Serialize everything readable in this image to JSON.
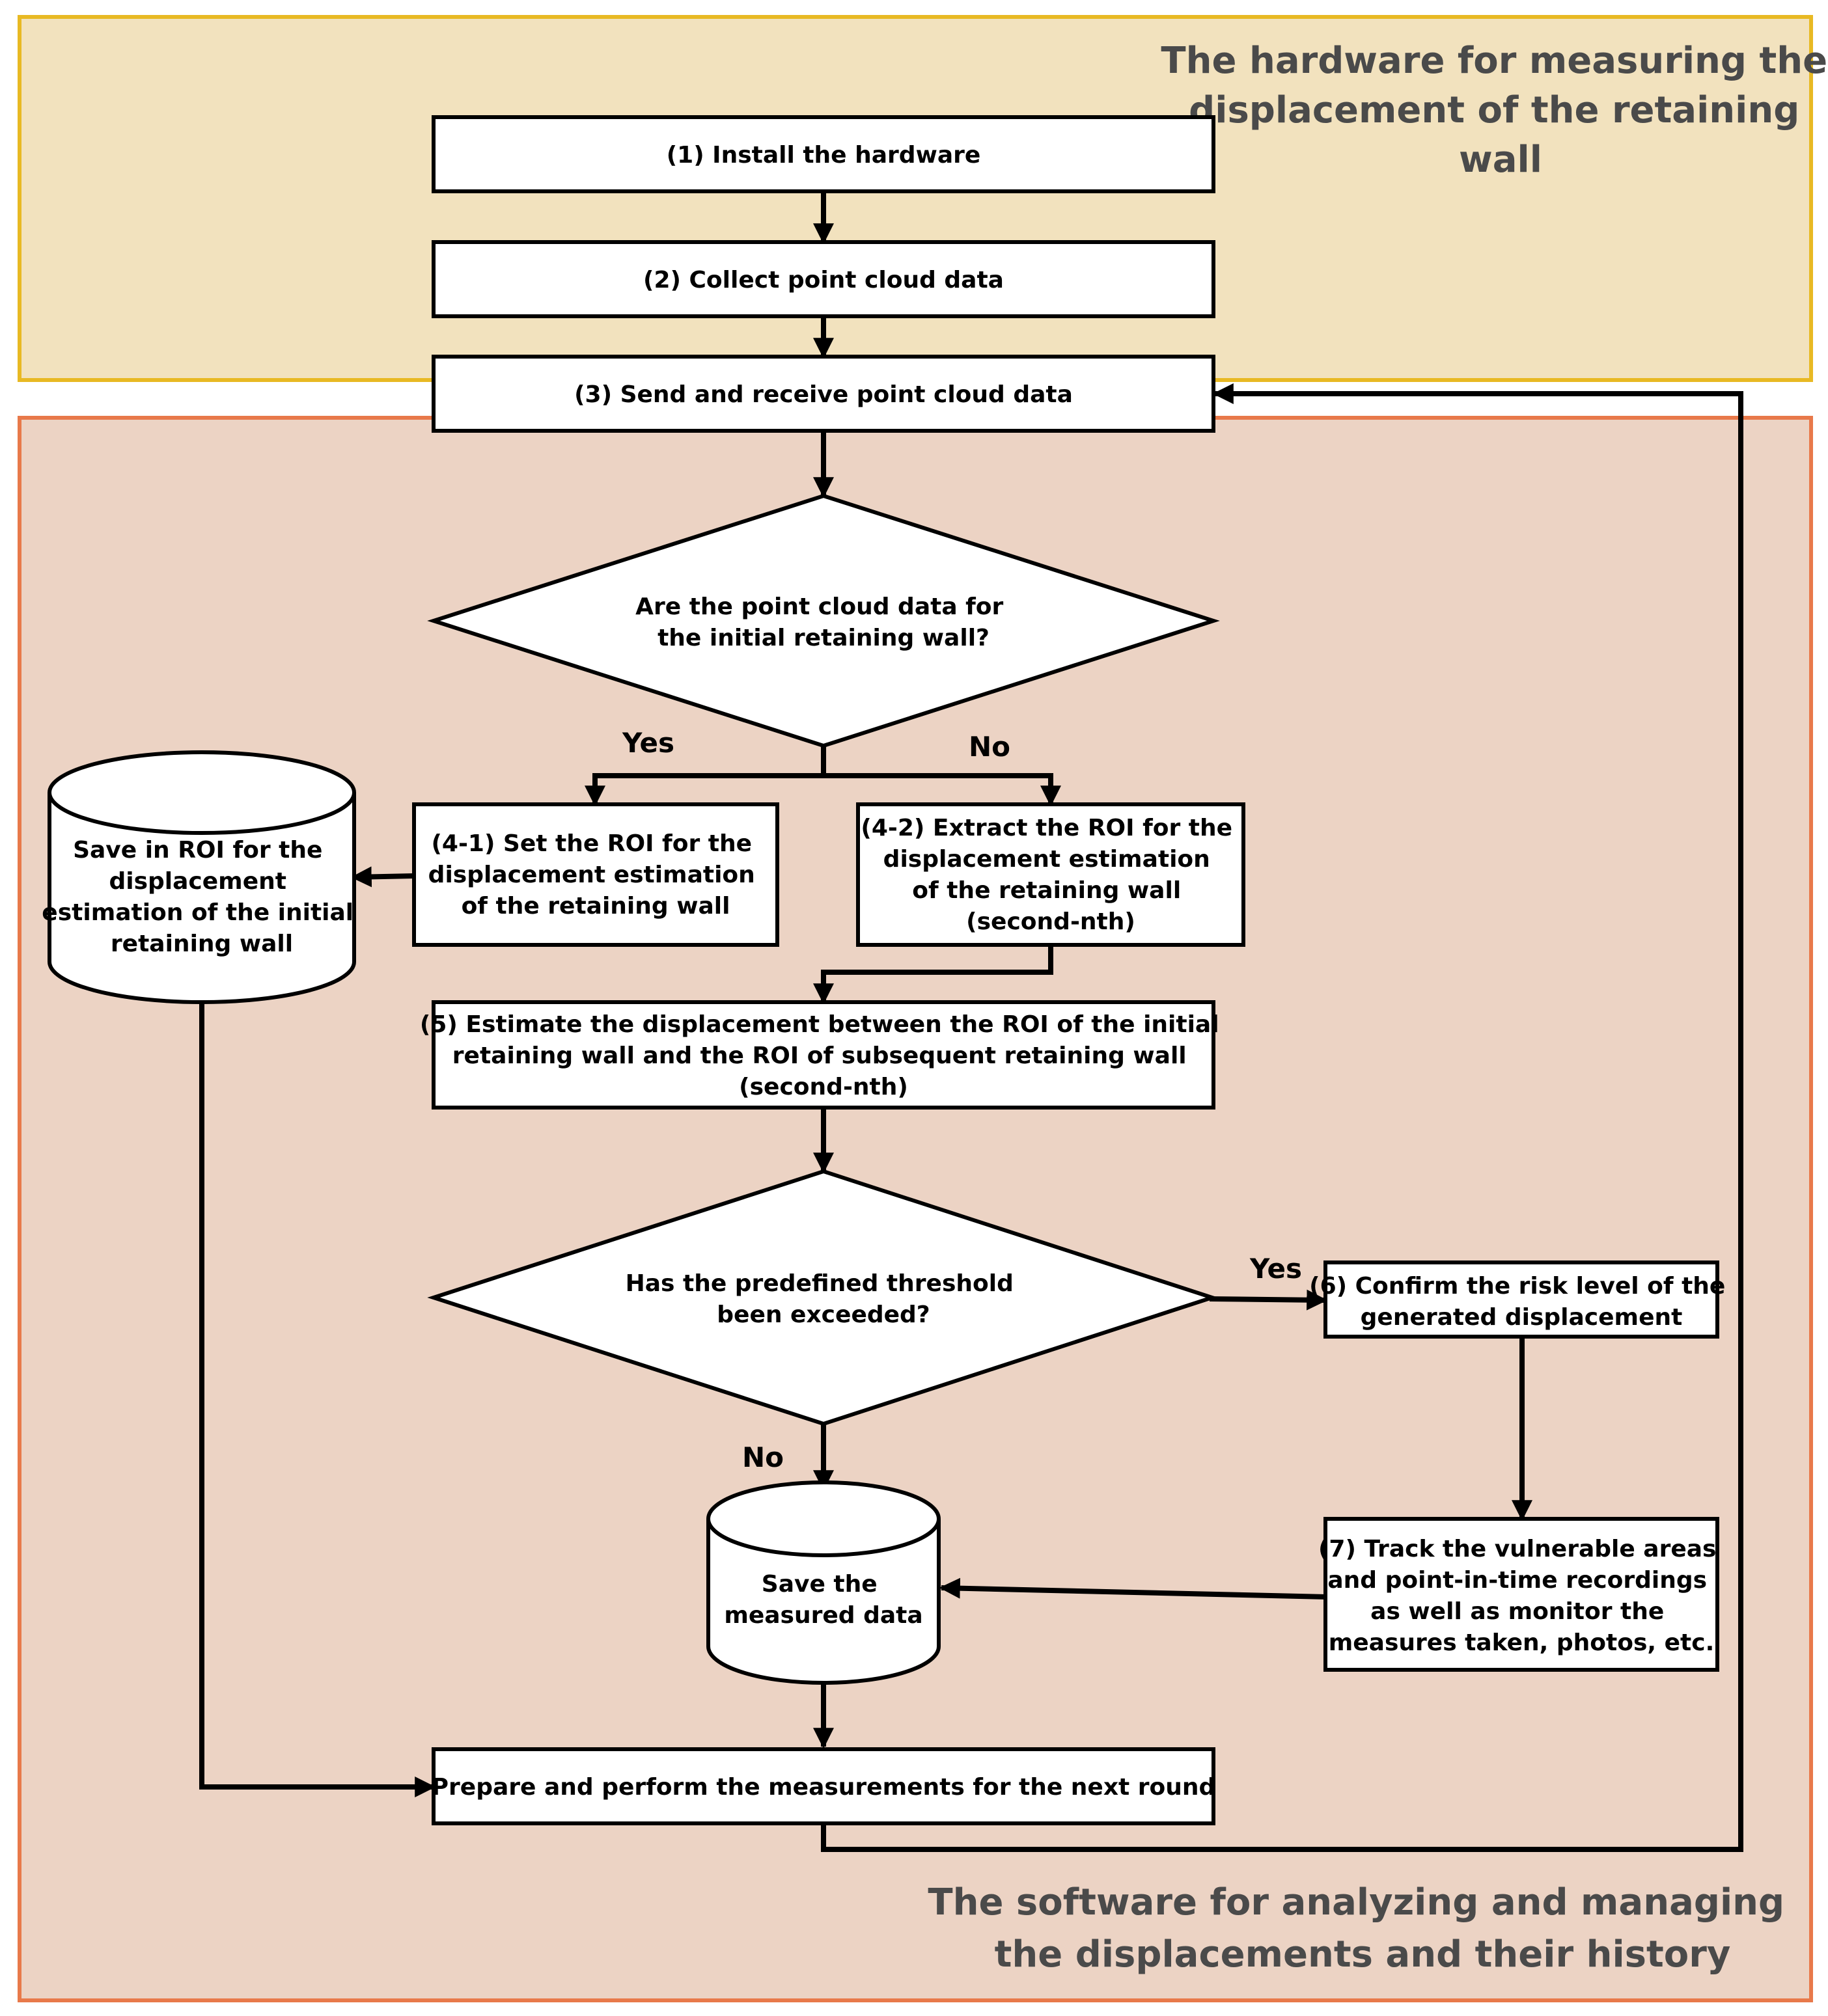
{
  "regions": {
    "hardware": {
      "title": [
        "The hardware for measuring the",
        "displacement of the retaining",
        "wall"
      ]
    },
    "software": {
      "title": [
        "The software for analyzing and managing",
        "the displacements and their history"
      ]
    }
  },
  "nodes": {
    "step1": [
      "(1) Install the hardware"
    ],
    "step2": [
      "(2) Collect point cloud data"
    ],
    "step3": [
      "(3) Send and receive point cloud data"
    ],
    "decision_initial": [
      "Are the point cloud data for",
      "the initial retaining wall?"
    ],
    "step4_1": [
      "(4-1) Set the ROI for the",
      "displacement estimation",
      "of the retaining wall"
    ],
    "step4_2": [
      "(4-2) Extract the ROI for the",
      "displacement estimation",
      "of the retaining wall",
      "(second-nth)"
    ],
    "save_roi": [
      "Save in ROI for the",
      "displacement",
      "estimation of the initial",
      "retaining wall"
    ],
    "step5": [
      "(5) Estimate the displacement between the ROI of the initial",
      "retaining wall and the ROI of subsequent retaining wall",
      "(second-nth)"
    ],
    "decision_threshold": [
      "Has the predefined threshold",
      "been exceeded?"
    ],
    "step6": [
      "(6) Confirm the risk level of the",
      "generated displacement"
    ],
    "step7": [
      "(7) Track the vulnerable areas",
      "and point-in-time recordings",
      "as well as monitor the",
      "measures taken, photos, etc."
    ],
    "save_measured": [
      "Save the",
      "measured data"
    ],
    "prepare_next": [
      "Prepare and perform the measurements for the next round"
    ]
  },
  "branch_labels": {
    "initial_yes": "Yes",
    "initial_no": "No",
    "threshold_yes": "Yes",
    "threshold_no": "No"
  }
}
